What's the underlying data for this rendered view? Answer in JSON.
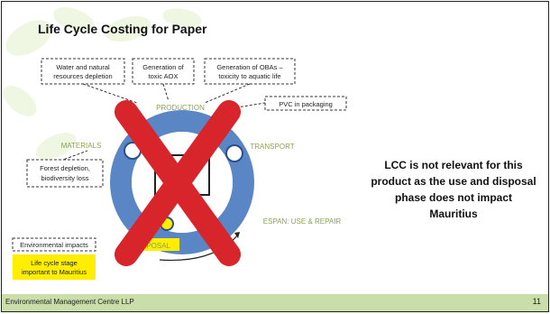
{
  "title": "Life Cycle Costing for Paper",
  "impact_boxes": {
    "water": [
      "Water and natural",
      "resources depletion"
    ],
    "aox": [
      "Generation of",
      "toxic AOX"
    ],
    "obas": [
      "Generation of OBAs –",
      "toxicity to aquatic life"
    ],
    "pvc": "PVC in packaging",
    "forest": [
      "Forest depletion,",
      "biodiversity loss"
    ]
  },
  "stages": {
    "production": "PRODUCTION",
    "materials": "MATERIALS",
    "transport": "TRANSPORT",
    "use": "ESPAN: USE & REPAIR",
    "disposal": "DISPOSAL"
  },
  "legend": {
    "impacts": "Environmental impacts",
    "important": [
      "Life cycle stage",
      "important to Mauritius"
    ]
  },
  "statement": "LCC is not relevant for this product as the use and disposal phase does not impact Mauritius",
  "footer": {
    "org": "Environmental Management Centre LLP",
    "page": "11"
  },
  "colors": {
    "ring": "#5b86c5",
    "cross": "#d8252b",
    "stage_text": "#8aa34a",
    "highlight": "#ffee00",
    "footer_bar": "#c9dea9"
  }
}
